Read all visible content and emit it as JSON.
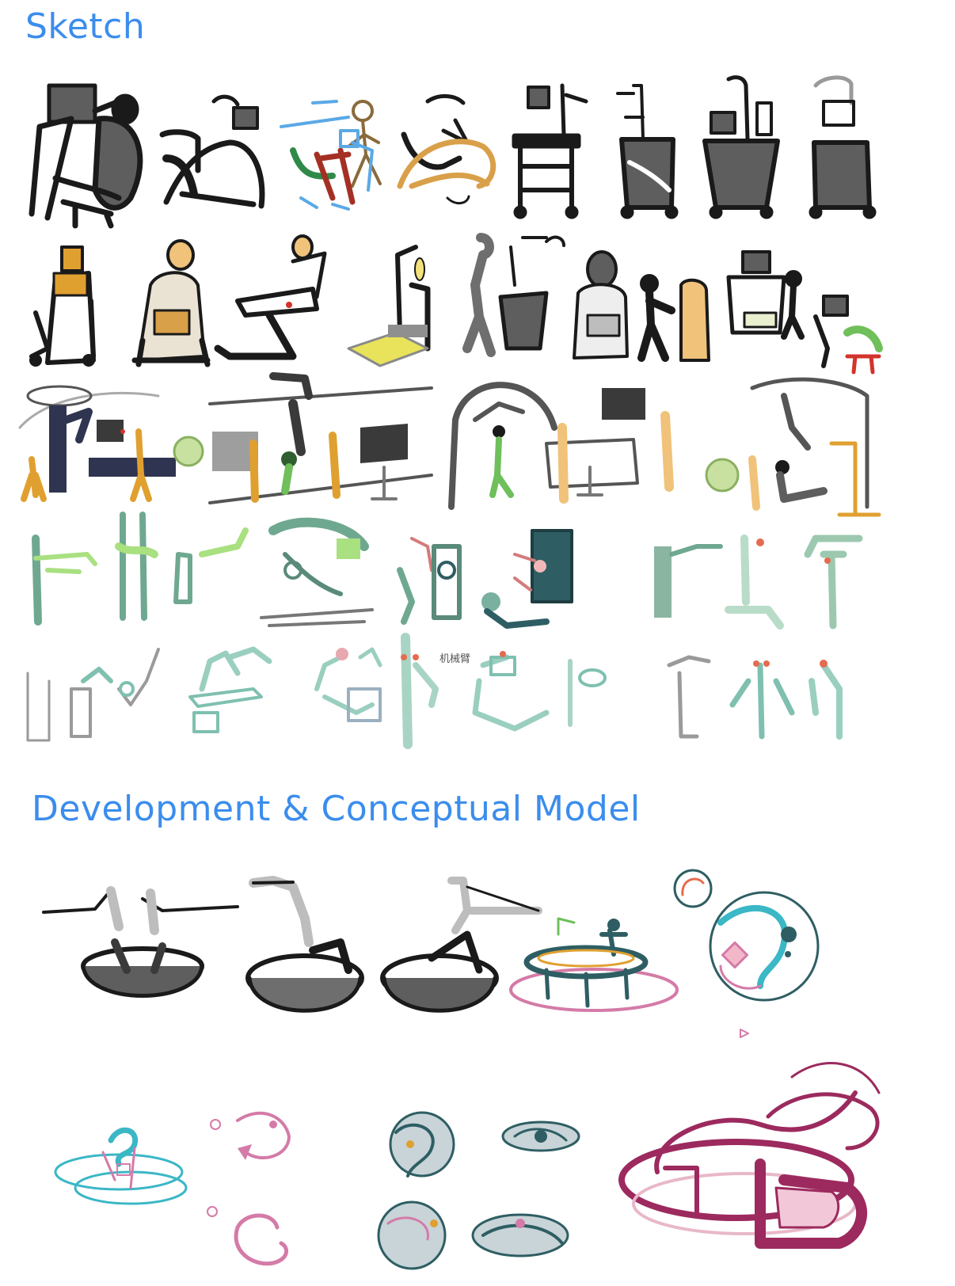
{
  "headings": {
    "sketch": "Sketch",
    "development": "Development & Conceptual Model"
  },
  "colors": {
    "heading": "#3b8ded",
    "ink": "#1a1a1a",
    "gray": "#5e5e5e",
    "ochre": "#d9a04a",
    "skin": "#f0c27a",
    "red": "#d2342b",
    "blue": "#5aa9e6",
    "green": "#6fbf5a",
    "sage": "#a9d9b5",
    "teal": "#5fa89a",
    "darkteal": "#2e5e63",
    "cyan": "#3bb7c6",
    "pink": "#d47ba8",
    "magenta": "#9c2a5e"
  },
  "handwriting": "机械臂"
}
